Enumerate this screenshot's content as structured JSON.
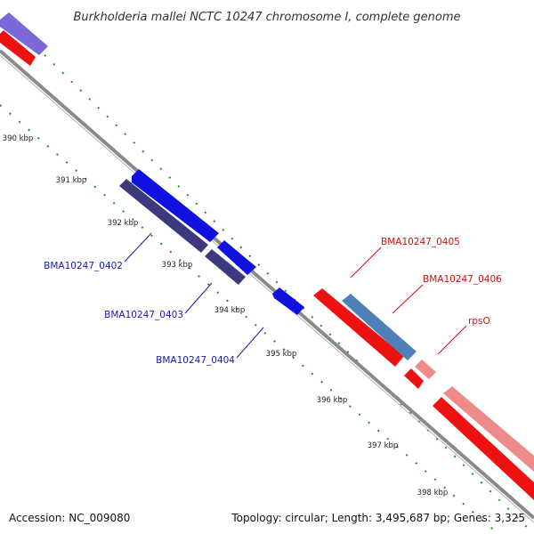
{
  "title": "Burkholderia mallei NCTC 10247 chromosome I, complete genome",
  "footer": {
    "accession": "Accession: NC_009080",
    "summary": "Topology: circular; Length: 3,495,687 bp; Genes: 3,325"
  },
  "ticks": [
    "390 kbp",
    "391 kbp",
    "392 kbp",
    "393 kbp",
    "394 kbp",
    "395 kbp",
    "396 kbp",
    "397 kbp",
    "398 kbp"
  ],
  "gene_labels": {
    "bma0402": "BMA10247_0402",
    "bma0403": "BMA10247_0403",
    "bma0404": "BMA10247_0404",
    "bma0405": "BMA10247_0405",
    "bma0406": "BMA10247_0406",
    "rpso": "rpsO"
  },
  "colors": {
    "backbone": "#8a8a8a",
    "dots": "#2a8a2a",
    "blue": "#1010e0",
    "navy": "#3c3a7e",
    "violet": "#7a6ad8",
    "red": "#ee1111",
    "steel": "#4f81b8",
    "pink": "#ee8a8a",
    "label_blue": "#1a1aaa",
    "label_red": "#cc1111"
  }
}
